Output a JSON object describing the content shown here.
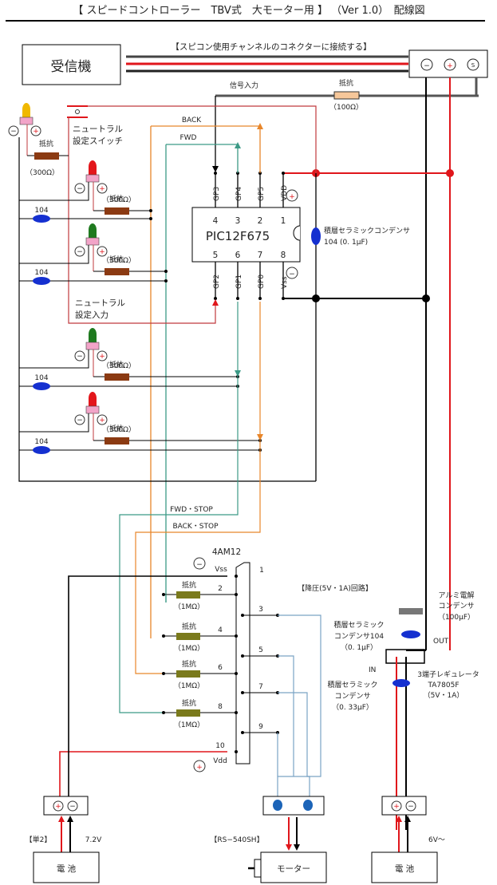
{
  "title": "【 スピードコントローラー　TBV式　大モーター用 】 （Ver 1.0）　配線図",
  "receiver": {
    "label": "受信機",
    "connector_note": "【スピコン使用チャンネルのコネクターに接続する】",
    "pins": [
      "−",
      "+",
      "S"
    ]
  },
  "signal": {
    "label": "信号入力",
    "resistor_label": "抵抗",
    "resistor_value": "（100Ω）"
  },
  "neutral_switch": {
    "line1": "ニュートラル",
    "line2": "設定スイッチ"
  },
  "neutral_input": {
    "line1": "ニュートラル",
    "line2": "設定入力"
  },
  "led_resistor": {
    "label": "抵抗",
    "value": "（300Ω）"
  },
  "cap_104": "104",
  "signals": {
    "back": "BACK",
    "fwd": "FWD",
    "fwd_stop": "FWD・STOP",
    "back_stop": "BACK・STOP"
  },
  "pic": {
    "name": "PIC12F675",
    "top_pins": [
      {
        "num": "4",
        "name": "GP3"
      },
      {
        "num": "3",
        "name": "GP4"
      },
      {
        "num": "2",
        "name": "GP5"
      },
      {
        "num": "1",
        "name": "VDD"
      }
    ],
    "bottom_pins": [
      {
        "num": "5",
        "name": "GP2"
      },
      {
        "num": "6",
        "name": "GP1"
      },
      {
        "num": "7",
        "name": "GP0"
      },
      {
        "num": "8",
        "name": "Vss"
      }
    ],
    "plus": "+",
    "minus": "−"
  },
  "pic_cap": {
    "line1": "積層セラミックコンデンサ",
    "line2": "104 (0. 1μF)"
  },
  "driver": {
    "name": "4AM12",
    "vss": "Vss",
    "vdd": "Vdd",
    "pins": [
      "1",
      "2",
      "3",
      "4",
      "5",
      "6",
      "7",
      "8",
      "9",
      "10"
    ],
    "resistor_label": "抵抗",
    "resistor_value": "（1MΩ）"
  },
  "regulator": {
    "section": "【降圧(5V・1A)回路】",
    "alu_cap": {
      "line1": "アルミ電解",
      "line2": "コンデンサ",
      "line3": "（100μF）"
    },
    "cap_out": {
      "line1": "積層セラミック",
      "line2": "コンデンサ104",
      "line3": "（0. 1μF）"
    },
    "cap_in": {
      "line1": "積層セラミック",
      "line2": "コンデンサ",
      "line3": "（0. 33μF）"
    },
    "out": "OUT",
    "in": "IN",
    "reg": {
      "line1": "3端子レギュレータ",
      "line2": "TA7805F",
      "line3": "（5V・1A）"
    }
  },
  "battery_left": {
    "label": "電 池",
    "type": "【単2】",
    "voltage": "7.2V"
  },
  "motor": {
    "label": "モーター",
    "model": "【RS−540SH】"
  },
  "battery_right": {
    "label": "電 池",
    "voltage": "6V〜"
  },
  "colors": {
    "red": "#e0161b",
    "orange": "#e8862a",
    "teal": "#3c9a86",
    "blue_wire": "#7aa3c4",
    "resistor": "#8b3a12",
    "resistor_1m": "#7a7a1c",
    "resistor_100": "#f6c79a",
    "cap_blue": "#1530d0",
    "led_yellow": "#f0b800",
    "led_red": "#e3161b",
    "led_green": "#1f7a1f",
    "led_base": "#f2a4c8"
  }
}
